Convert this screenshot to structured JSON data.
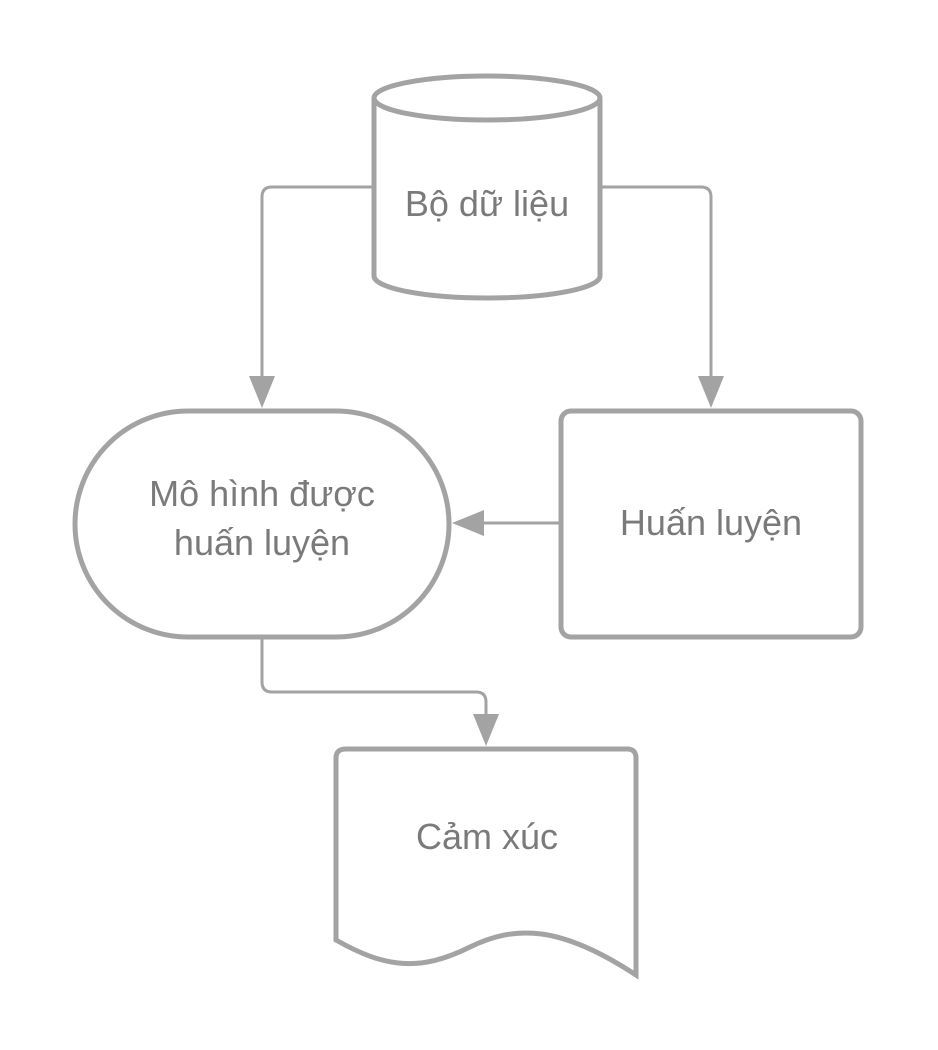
{
  "colors": {
    "stroke": "#a3a3a3",
    "text": "#7a7a7a",
    "background": "#ffffff"
  },
  "nodes": {
    "dataset": {
      "shape": "cylinder",
      "label": "Bộ dữ liệu"
    },
    "trained_model": {
      "shape": "terminator",
      "label_line1": "Mô hình được",
      "label_line2": "huấn luyện"
    },
    "training": {
      "shape": "process",
      "label": "Huấn luyện"
    },
    "emotion": {
      "shape": "document",
      "label": "Cảm xúc"
    }
  },
  "edges": [
    {
      "from": "dataset",
      "to": "trained_model"
    },
    {
      "from": "dataset",
      "to": "training"
    },
    {
      "from": "training",
      "to": "trained_model"
    },
    {
      "from": "trained_model",
      "to": "emotion"
    }
  ]
}
